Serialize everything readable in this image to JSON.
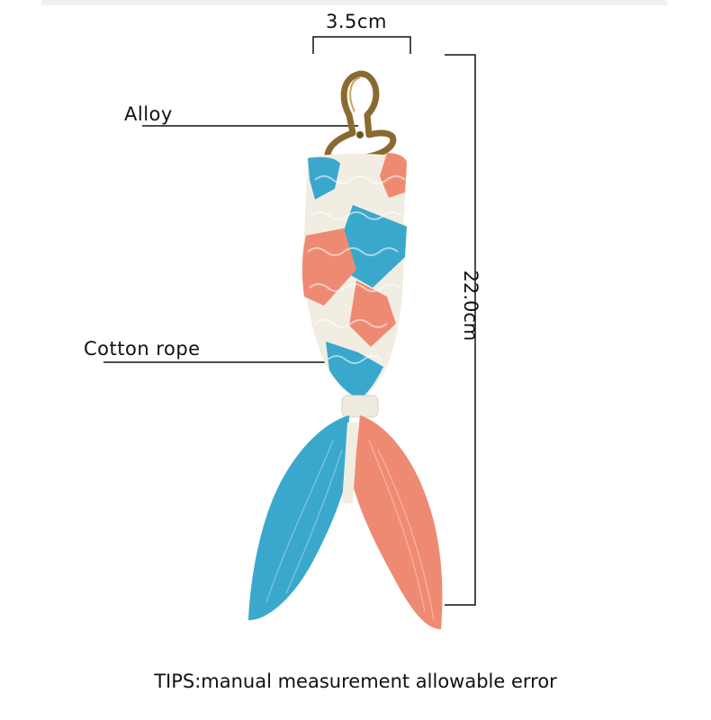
{
  "dimensions": {
    "width_label": "3.5cm",
    "height_label": "22.0cm"
  },
  "callouts": {
    "material_top": "Alloy",
    "material_body": "Cotton rope"
  },
  "footer": {
    "tips": "TIPS:manual measurement allowable error"
  },
  "colors": {
    "blue": "#3aa8cc",
    "coral": "#ef8a72",
    "cream": "#f2ede2",
    "bronze": "#8a6a30"
  }
}
